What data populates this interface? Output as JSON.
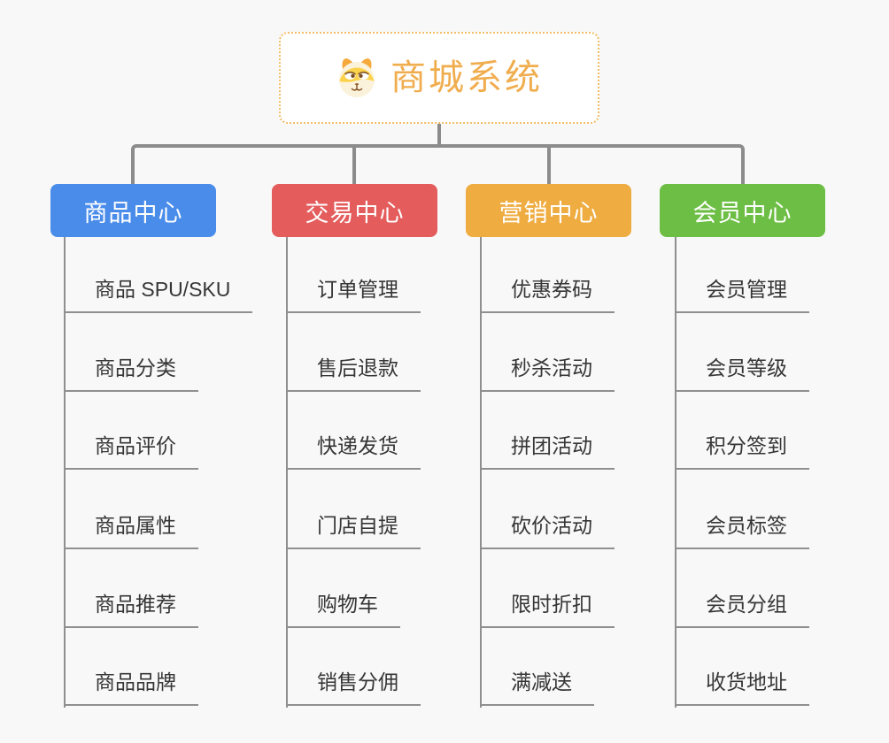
{
  "app": {
    "background_color": "#F8F8F8",
    "connector_color": "#8C8C8C",
    "underline_color": "#8F8F8F",
    "item_text_color": "#363636"
  },
  "root": {
    "title": "商城系统",
    "title_color": "#F0AD4E",
    "border_color": "#F2BD66",
    "icon": "shiba-dog-icon"
  },
  "branches": [
    {
      "label": "商品中心",
      "color": "#4A8CEA",
      "items": [
        "商品 SPU/SKU",
        "商品分类",
        "商品评价",
        "商品属性",
        "商品推荐",
        "商品品牌"
      ]
    },
    {
      "label": "交易中心",
      "color": "#E45C5C",
      "items": [
        "订单管理",
        "售后退款",
        "快递发货",
        "门店自提",
        "购物车",
        "销售分佣"
      ]
    },
    {
      "label": "营销中心",
      "color": "#EFAC41",
      "items": [
        "优惠券码",
        "秒杀活动",
        "拼团活动",
        "砍价活动",
        "限时折扣",
        "满减送"
      ]
    },
    {
      "label": "会员中心",
      "color": "#6DBE44",
      "items": [
        "会员管理",
        "会员等级",
        "积分签到",
        "会员标签",
        "会员分组",
        "收货地址"
      ]
    }
  ]
}
